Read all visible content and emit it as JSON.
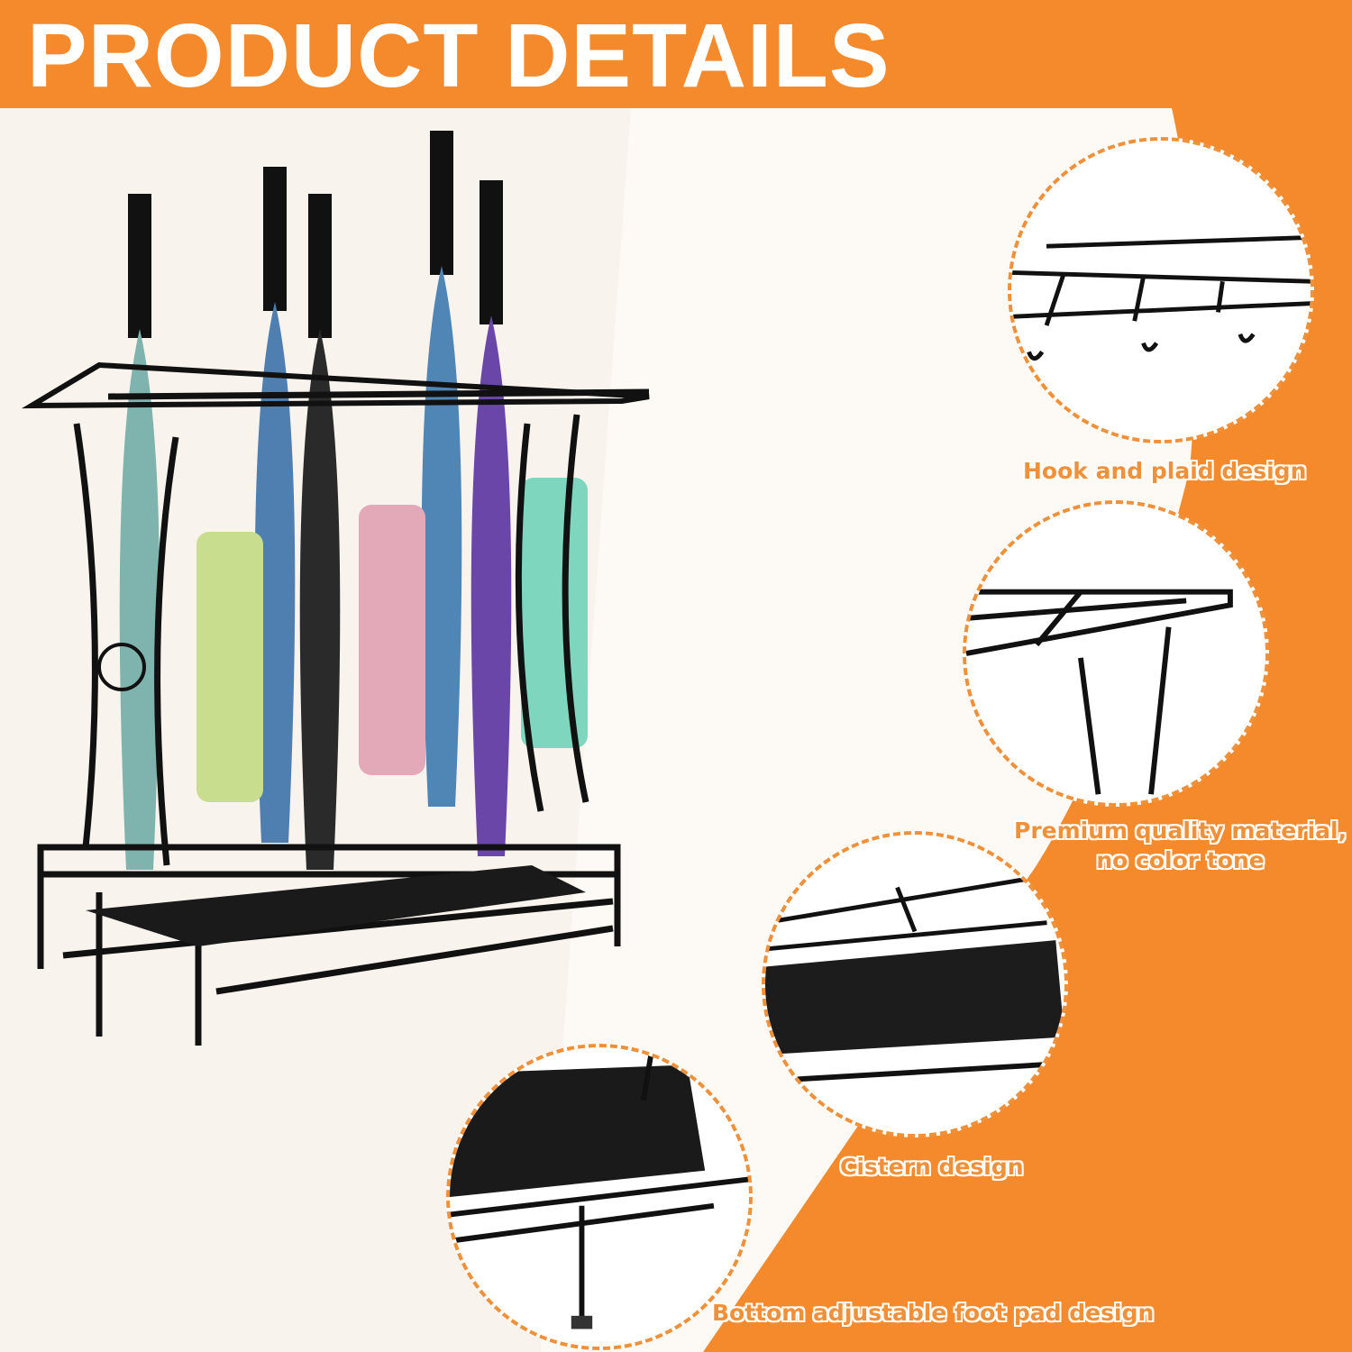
{
  "title": "PRODUCT DETAILS",
  "features": [
    {
      "caption": "Hook and plaid design"
    },
    {
      "caption_line1": "Premium quality material,",
      "caption_line2": "no color tone"
    },
    {
      "caption": "Cistern design"
    },
    {
      "caption": "Bottom adjustable foot pad design"
    }
  ],
  "colors": {
    "accent": "#f58a2c",
    "caption": "#f0913a",
    "frame": "#111111"
  },
  "umbrellas": [
    "#7fb3ad",
    "#4f7fb0",
    "#2a2a2a",
    "#4f86b5",
    "#6a46a8"
  ],
  "folded_umbrellas": [
    "#c9dd8e",
    "#e3a9b8",
    "#7dd6bd"
  ]
}
